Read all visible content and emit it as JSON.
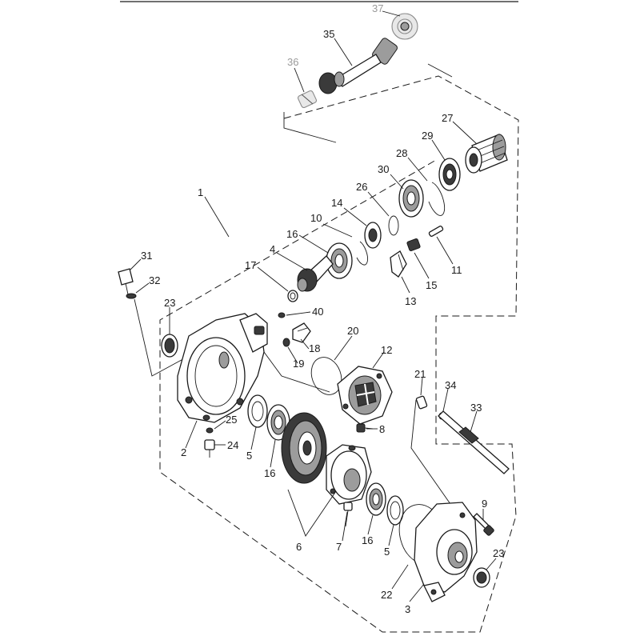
{
  "diagram": {
    "callouts": [
      {
        "key": "c37",
        "label": "37"
      },
      {
        "key": "c35",
        "label": "35"
      },
      {
        "key": "c36",
        "label": "36"
      },
      {
        "key": "c27",
        "label": "27"
      },
      {
        "key": "c29",
        "label": "29"
      },
      {
        "key": "c28",
        "label": "28"
      },
      {
        "key": "c30",
        "label": "30"
      },
      {
        "key": "c26",
        "label": "26"
      },
      {
        "key": "c14",
        "label": "14"
      },
      {
        "key": "c10",
        "label": "10"
      },
      {
        "key": "c16a",
        "label": "16"
      },
      {
        "key": "c4",
        "label": "4"
      },
      {
        "key": "c1",
        "label": "1"
      },
      {
        "key": "c11",
        "label": "11"
      },
      {
        "key": "c15",
        "label": "15"
      },
      {
        "key": "c13",
        "label": "13"
      },
      {
        "key": "c31",
        "label": "31"
      },
      {
        "key": "c32",
        "label": "32"
      },
      {
        "key": "c17",
        "label": "17"
      },
      {
        "key": "c23a",
        "label": "23"
      },
      {
        "key": "c40",
        "label": "40"
      },
      {
        "key": "c18",
        "label": "18"
      },
      {
        "key": "c19",
        "label": "19"
      },
      {
        "key": "c20",
        "label": "20"
      },
      {
        "key": "c12",
        "label": "12"
      },
      {
        "key": "c21",
        "label": "21"
      },
      {
        "key": "c34",
        "label": "34"
      },
      {
        "key": "c33",
        "label": "33"
      },
      {
        "key": "c25",
        "label": "25"
      },
      {
        "key": "c8",
        "label": "8"
      },
      {
        "key": "c2",
        "label": "2"
      },
      {
        "key": "c24",
        "label": "24"
      },
      {
        "key": "c5a",
        "label": "5"
      },
      {
        "key": "c16b",
        "label": "16"
      },
      {
        "key": "c9",
        "label": "9"
      },
      {
        "key": "c6",
        "label": "6"
      },
      {
        "key": "c7",
        "label": "7"
      },
      {
        "key": "c16c",
        "label": "16"
      },
      {
        "key": "c5b",
        "label": "5"
      },
      {
        "key": "c23b",
        "label": "23"
      },
      {
        "key": "c22",
        "label": "22"
      },
      {
        "key": "c3",
        "label": "3"
      }
    ]
  }
}
